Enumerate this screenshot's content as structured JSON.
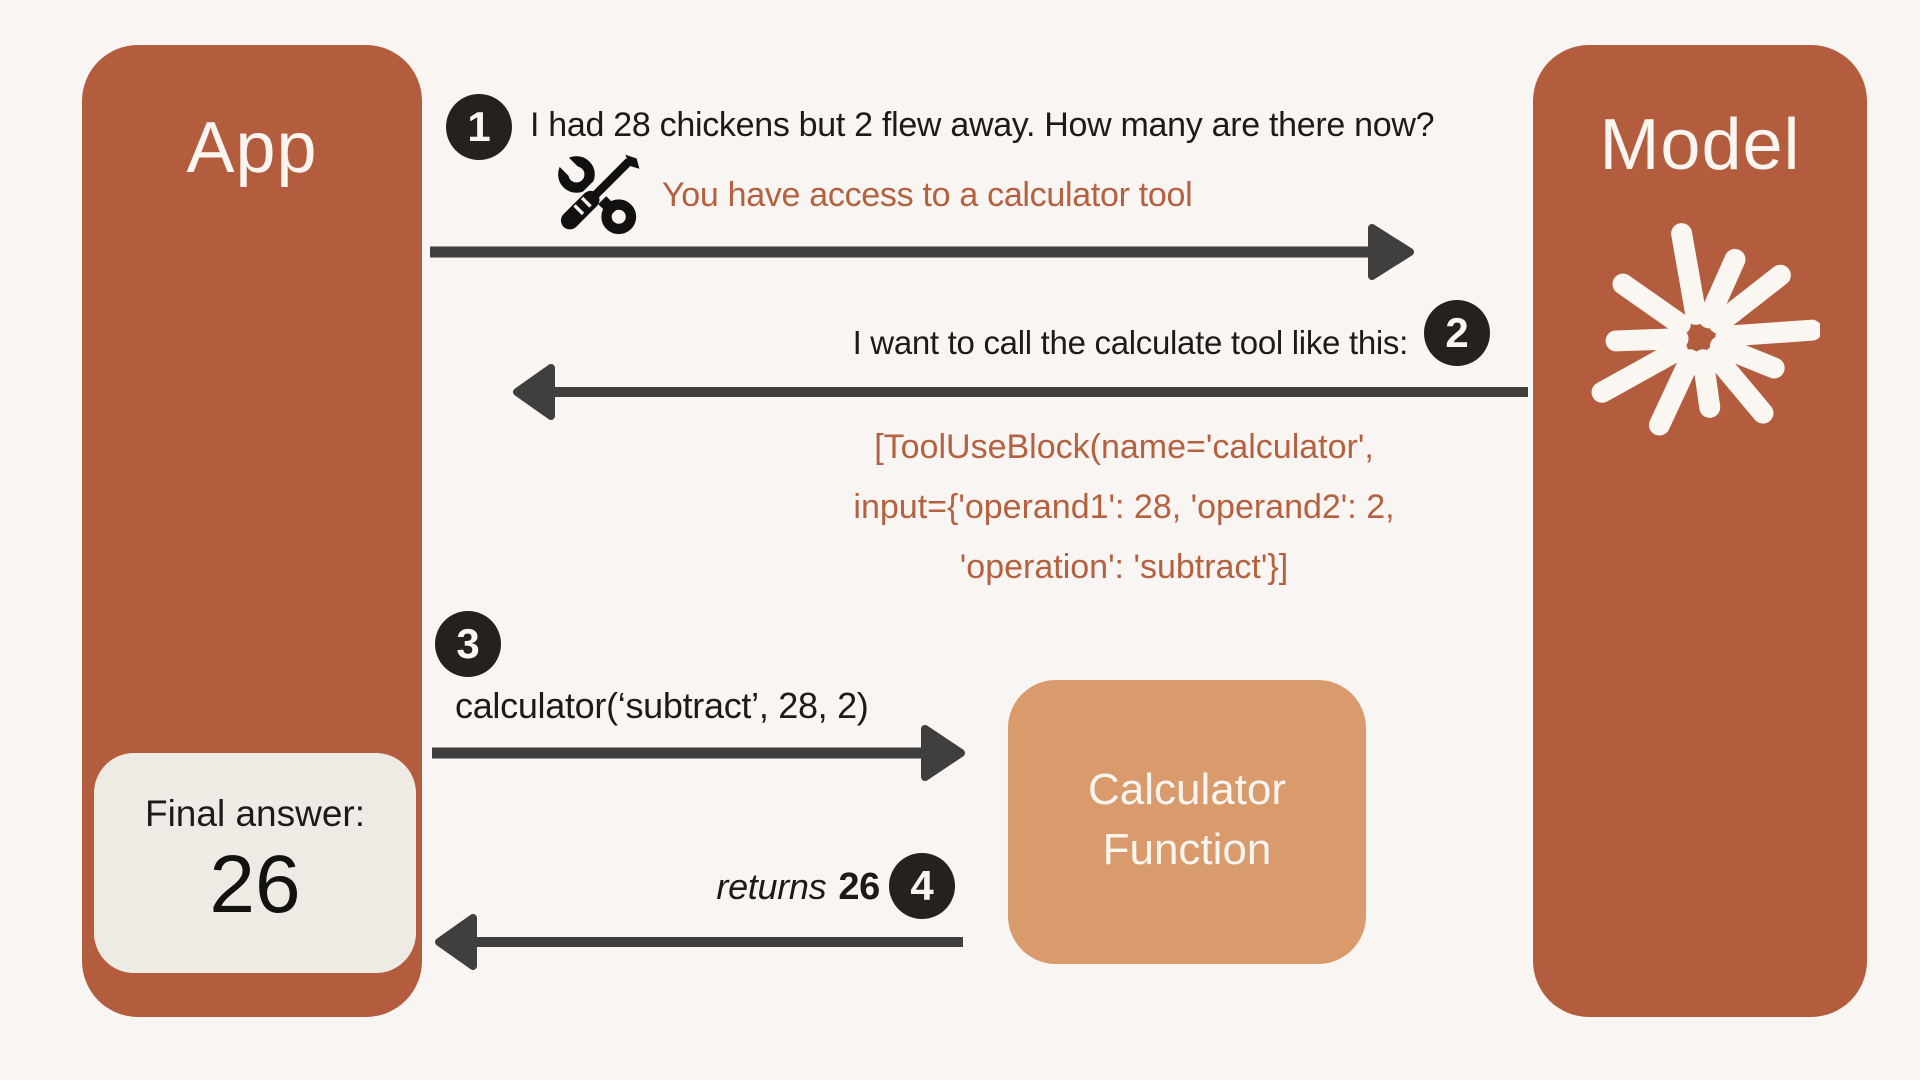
{
  "colors": {
    "bg": "#f8f5f2",
    "terracotta": "#b45c3e",
    "tan": "#d99a6c",
    "badge": "#26211e",
    "arrow": "#413f3d",
    "accent": "#b5613f",
    "ink": "#1d1b19",
    "light_box": "#edebe4",
    "box_text": "#f9f5f0"
  },
  "actors": {
    "app_label": "App",
    "model_label": "Model",
    "calculator_label_line1": "Calculator",
    "calculator_label_line2": "Function"
  },
  "final_answer": {
    "label": "Final answer:",
    "value": "26"
  },
  "steps": {
    "s1": {
      "badge": "1",
      "message": "I had 28 chickens but 2 flew away. How many are there now?",
      "hint": "You have access to a calculator tool"
    },
    "s2": {
      "badge": "2",
      "message": "I want to call the calculate tool like this:",
      "code_line1": "[ToolUseBlock(name='calculator',",
      "code_line2": "input={'operand1': 28, 'operand2': 2,",
      "code_line3": "'operation': 'subtract'}]"
    },
    "s3": {
      "badge": "3",
      "message": "calculator(‘subtract’, 28, 2)"
    },
    "s4": {
      "badge": "4",
      "message_italic": "returns",
      "message_value": "26"
    }
  },
  "icons": {
    "tools": "wrench-screwdriver-icon",
    "model": "starburst-icon"
  }
}
